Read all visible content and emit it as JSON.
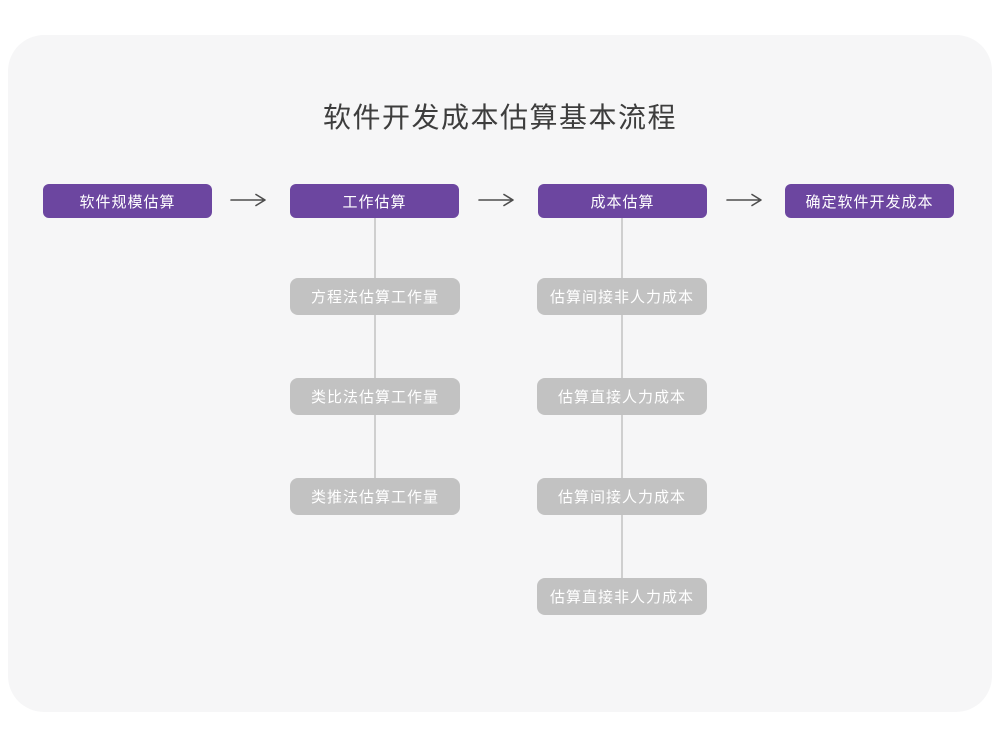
{
  "title": "软件开发成本估算基本流程",
  "colors": {
    "page_background": "#ffffff",
    "card_background": "#f6f6f7",
    "stage_box": "#6C46A0",
    "sub_step_box": "#c2c2c2",
    "connector_line": "#cfcfcf",
    "arrow": "#4d4d4d",
    "title_text": "#3d3d3d",
    "box_text": "#ffffff"
  },
  "flow": {
    "stages": [
      {
        "label": "软件规模估算"
      },
      {
        "label": "工作估算",
        "children": [
          {
            "label": "方程法估算工作量"
          },
          {
            "label": "类比法估算工作量"
          },
          {
            "label": "类推法估算工作量"
          }
        ]
      },
      {
        "label": "成本估算",
        "children": [
          {
            "label": "估算间接非人力成本"
          },
          {
            "label": "估算直接人力成本"
          },
          {
            "label": "估算间接人力成本"
          },
          {
            "label": "估算直接非人力成本"
          }
        ]
      },
      {
        "label": "确定软件开发成本"
      }
    ]
  }
}
